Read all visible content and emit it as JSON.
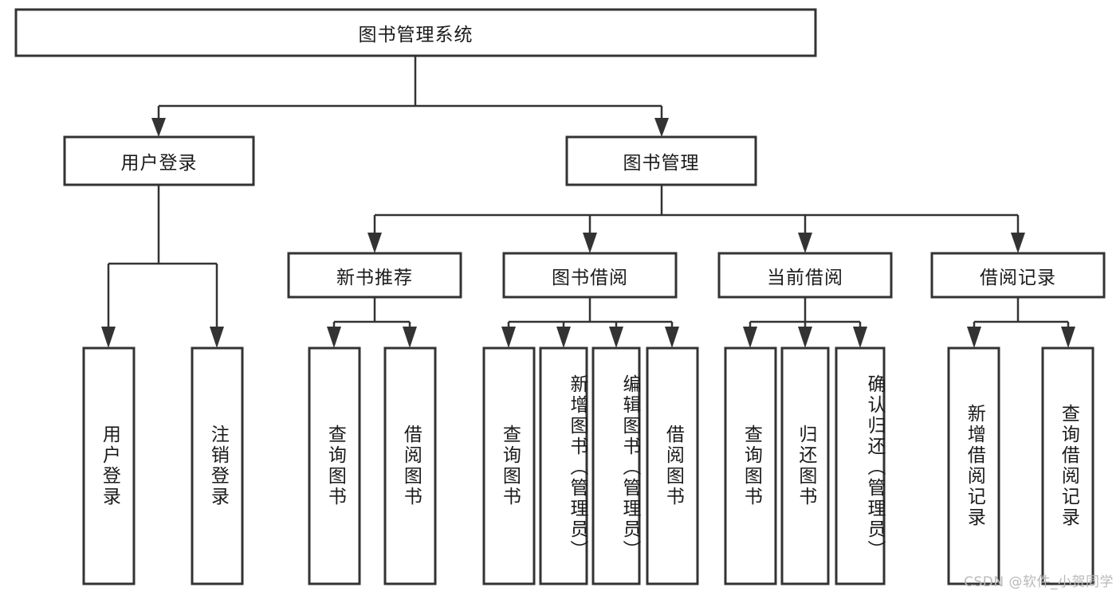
{
  "diagram": {
    "type": "tree-hierarchy",
    "orientation": "top-down",
    "root": {
      "id": "root",
      "label": "图书管理系统"
    },
    "level2": [
      {
        "id": "user-login",
        "label": "用户登录"
      },
      {
        "id": "book-management",
        "label": "图书管理"
      }
    ],
    "level3": [
      {
        "id": "new-book-recommend",
        "label": "新书推荐",
        "parent": "book-management"
      },
      {
        "id": "book-borrow",
        "label": "图书借阅",
        "parent": "book-management"
      },
      {
        "id": "current-borrow",
        "label": "当前借阅",
        "parent": "book-management"
      },
      {
        "id": "borrow-record",
        "label": "借阅记录",
        "parent": "book-management"
      }
    ],
    "leaves": [
      {
        "id": "leaf-user-login",
        "label": "用户登录",
        "parent": "user-login"
      },
      {
        "id": "leaf-logout-login",
        "label": "注销登录",
        "parent": "user-login"
      },
      {
        "id": "leaf-query-book-1",
        "label": "查询图书",
        "parent": "new-book-recommend"
      },
      {
        "id": "leaf-borrow-book-1",
        "label": "借阅图书",
        "parent": "new-book-recommend"
      },
      {
        "id": "leaf-query-book-2",
        "label": "查询图书",
        "parent": "book-borrow"
      },
      {
        "id": "leaf-add-book",
        "label": "新增图书（管理员）",
        "parent": "book-borrow"
      },
      {
        "id": "leaf-edit-book",
        "label": "编辑图书（管理员）",
        "parent": "book-borrow"
      },
      {
        "id": "leaf-borrow-book-2",
        "label": "借阅图书",
        "parent": "book-borrow"
      },
      {
        "id": "leaf-query-book-3",
        "label": "查询图书",
        "parent": "current-borrow"
      },
      {
        "id": "leaf-return-book",
        "label": "归还图书",
        "parent": "current-borrow"
      },
      {
        "id": "leaf-confirm-return",
        "label": "确认归还（管理员）",
        "parent": "current-borrow"
      },
      {
        "id": "leaf-add-record",
        "label": "新增借阅记录",
        "parent": "borrow-record"
      },
      {
        "id": "leaf-query-record",
        "label": "查询借阅记录",
        "parent": "borrow-record"
      }
    ]
  },
  "watermark": {
    "text": "CSDN @软件_小贺同学"
  },
  "colors": {
    "background": "#ffffff",
    "box_fill": "#ffffff",
    "box_stroke": "#333333",
    "connector": "#333333",
    "text": "#1a1a1a",
    "watermark": "#b9b9b9"
  }
}
